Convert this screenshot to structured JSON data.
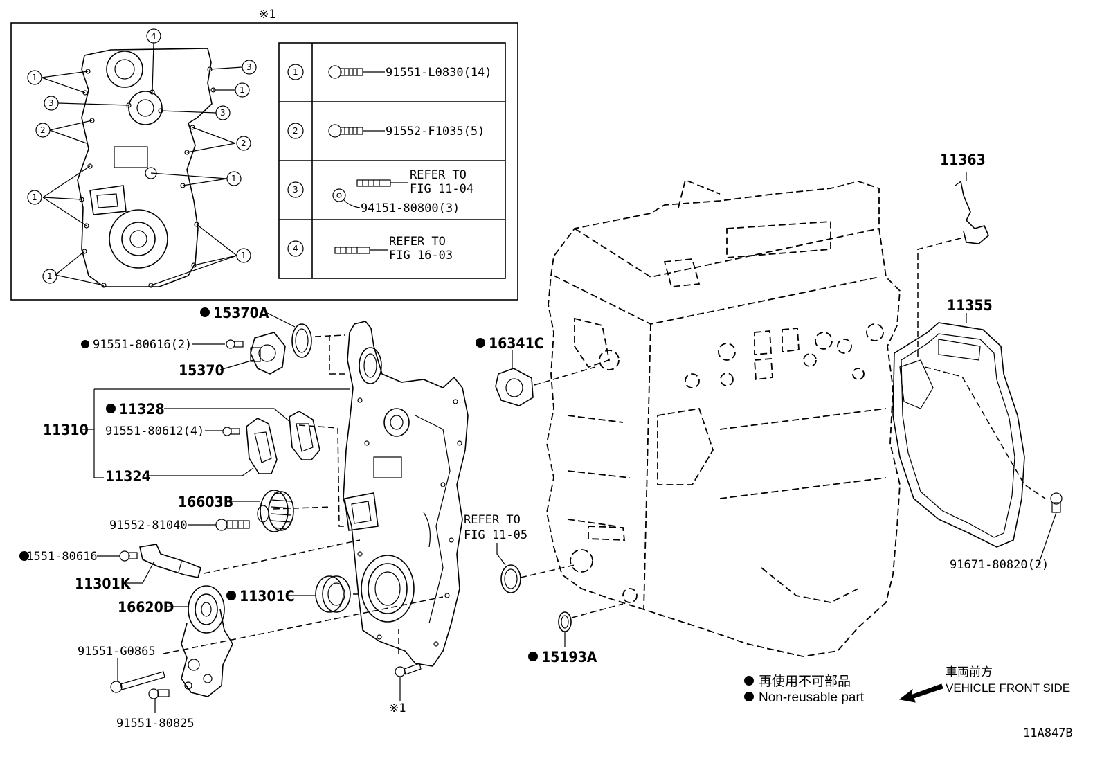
{
  "inset": {
    "marker": "※1",
    "callouts": [
      "1",
      "2",
      "3",
      "4"
    ],
    "table": [
      {
        "key": "1",
        "part": "91551-L0830(14)"
      },
      {
        "key": "2",
        "part": "91552-F1035(5)"
      },
      {
        "key": "3",
        "refer_line1": "REFER TO",
        "refer_line2": "FIG 11-04",
        "part": "94151-80800(3)"
      },
      {
        "key": "4",
        "refer_line1": "REFER TO",
        "refer_line2": "FIG 16-03"
      }
    ]
  },
  "parts": {
    "p15370A": "15370A",
    "p91551_80616_2": "91551-80616(2)",
    "p15370": "15370",
    "p11328": "11328",
    "p11310": "11310",
    "p91551_80612_4": "91551-80612(4)",
    "p11324": "11324",
    "p16603B": "16603B",
    "p91552_81040": "91552-81040",
    "p91551_80616": "91551-80616",
    "p11301K": "11301K",
    "p16620D": "16620D",
    "p11301C": "11301C",
    "p91551_G0865": "91551-G0865",
    "p91551_80825": "91551-80825",
    "p_star1": "※1",
    "p16341C": "16341C",
    "refer_1105_line1": "REFER TO",
    "refer_1105_line2": "FIG 11-05",
    "p15193A": "15193A",
    "p11363": "11363",
    "p11355": "11355",
    "p91671_80820_2": "91671-80820(2)"
  },
  "legend": {
    "non_reusable_jp": "再使用不可部品",
    "non_reusable_en": "Non-reusable part",
    "direction_jp": "車両前方",
    "direction_en": "VEHICLE FRONT SIDE"
  },
  "figure_id": "11A847B"
}
